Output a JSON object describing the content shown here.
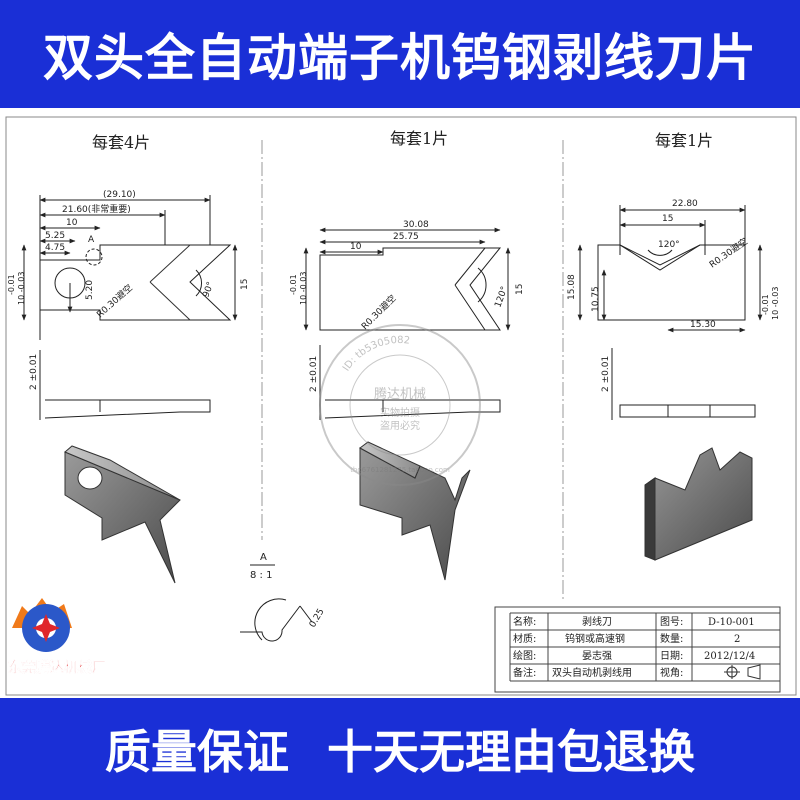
{
  "header": {
    "title": "双头全自动端子机钨钢剥线刀片"
  },
  "footer": {
    "left_text": "质量保证",
    "right_text": "十天无理由包退换"
  },
  "colors": {
    "banner": "#1a2fd6",
    "logo_orange": "#f07a1a",
    "logo_blue": "#2b58c9",
    "logo_red": "#e0262a"
  },
  "drawing": {
    "views": [
      {
        "qty_label": "每套4片",
        "dims": {
          "overall": "(29.10)",
          "critical": "21.60(非常重要)",
          "d10": "10",
          "d525": "5.25",
          "d475": "4.75",
          "d520": "5.20",
          "radius": "R0.30避空",
          "angle": "90°",
          "height": "15",
          "tol_top": "-0.01",
          "tol_bottom": "10 -0.03",
          "thickness": "2 ±0.01",
          "detail_ref": "A"
        }
      },
      {
        "qty_label": "每套1片",
        "dims": {
          "overall": "30.08",
          "d2575": "25.75",
          "d10": "10",
          "radius": "R0.30避空",
          "angle": "120°",
          "height": "15",
          "tol_top": "-0.01",
          "tol_bottom": "10 -0.03",
          "thickness": "2 ±0.01"
        }
      },
      {
        "qty_label": "每套1片",
        "dims": {
          "overall": "22.80",
          "d15": "15",
          "angle": "120°",
          "radius": "R0.30避空",
          "left_h": "15.08",
          "inner_h": "10.75",
          "bottom": "15.30",
          "tol_top": "-0.01",
          "tol_bottom": "10 -0.03",
          "thickness": "2 ±0.01"
        }
      }
    ],
    "detail": {
      "label": "A",
      "scale": "8 : 1",
      "radius": "0.25"
    },
    "watermark": {
      "ring_text": "ID: tb5305082",
      "ring_bottom": "tbo6761281275.taobao.com",
      "center_title": "腾达机械",
      "center_line1": "实物拍摄",
      "center_line2": "盗用必究"
    },
    "title_block": {
      "name_label": "名称:",
      "name_value": "剥线刀",
      "drawing_no_label": "图号:",
      "drawing_no_value": "D-10-001",
      "material_label": "材质:",
      "material_value": "钨钢或高速钢",
      "qty_label": "数量:",
      "qty_value": "2",
      "drawn_label": "绘图:",
      "drawn_value": "晏志强",
      "date_label": "日期:",
      "date_value": "2012/12/4",
      "note_label": "备注:",
      "note_value": "双头自动机剥线用",
      "view_label": "视角:"
    },
    "logo": {
      "company": "东莞腾达机械厂"
    }
  }
}
